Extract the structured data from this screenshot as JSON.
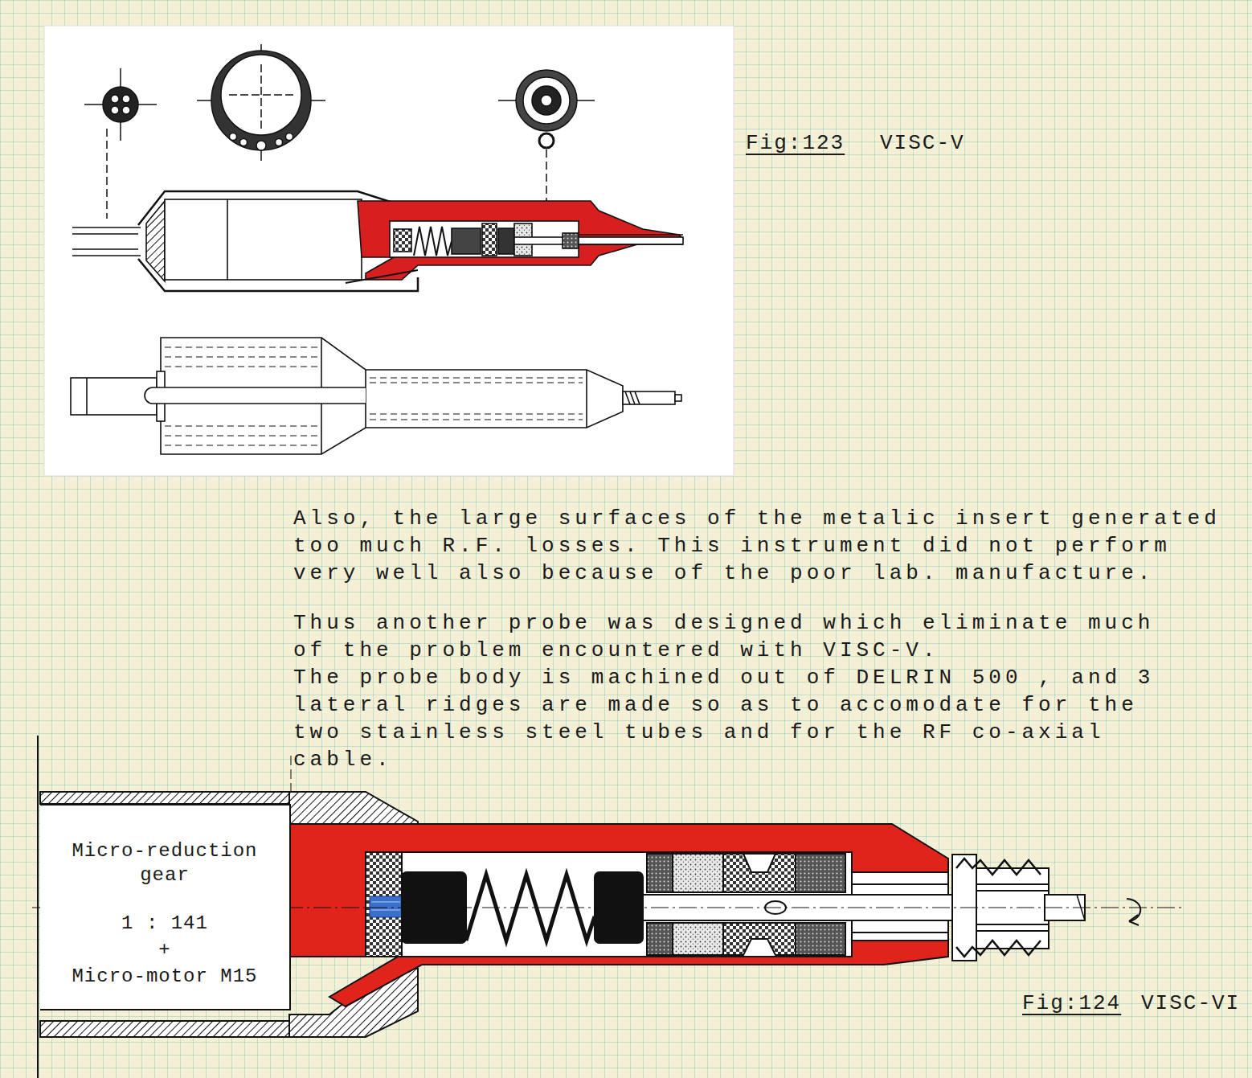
{
  "diagram": {
    "nodes": [
      {
        "text": [
          "Micro-reduction gear",
          "1 : 141",
          "+",
          "Micro-motor M15"
        ]
      }
    ],
    "labels": [
      "Fig:123",
      "VISC-V",
      "Also, the large surfaces of the metalic insert generated too much R.F. losses. This instrument did not perform very well also because of the poor lab. manufacture.",
      "Thus another probe was designed which eliminate much of the problem encountered with VISC-V.",
      "The probe body is machined out of DELRIN 500 , and 3 lateral ridges are made so as to accomodate for the two stainless steel tubes and for the RF co-axial cable.",
      "Fig:124",
      "VISC-VI"
    ]
  }
}
